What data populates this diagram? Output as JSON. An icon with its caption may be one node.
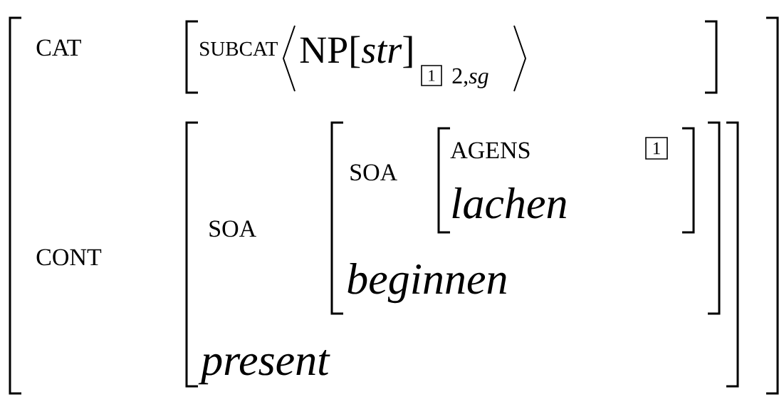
{
  "diagram": {
    "nodes": [
      {
        "text": [
          "CAT",
          "CONT"
        ]
      },
      {
        "text": [
          "SUBCAT",
          "NP[*str*]",
          "2,*sg*"
        ],
        "in": 0
      },
      {
        "text": [
          "1"
        ],
        "in": 1
      },
      {
        "text": [
          "SOA",
          "present"
        ],
        "in": 0
      },
      {
        "text": [
          "SOA",
          "beginnen"
        ],
        "in": 3
      },
      {
        "text": [
          "AGENS",
          "lachen"
        ],
        "in": 4
      },
      {
        "text": [
          "1"
        ],
        "in": 5
      }
    ]
  }
}
